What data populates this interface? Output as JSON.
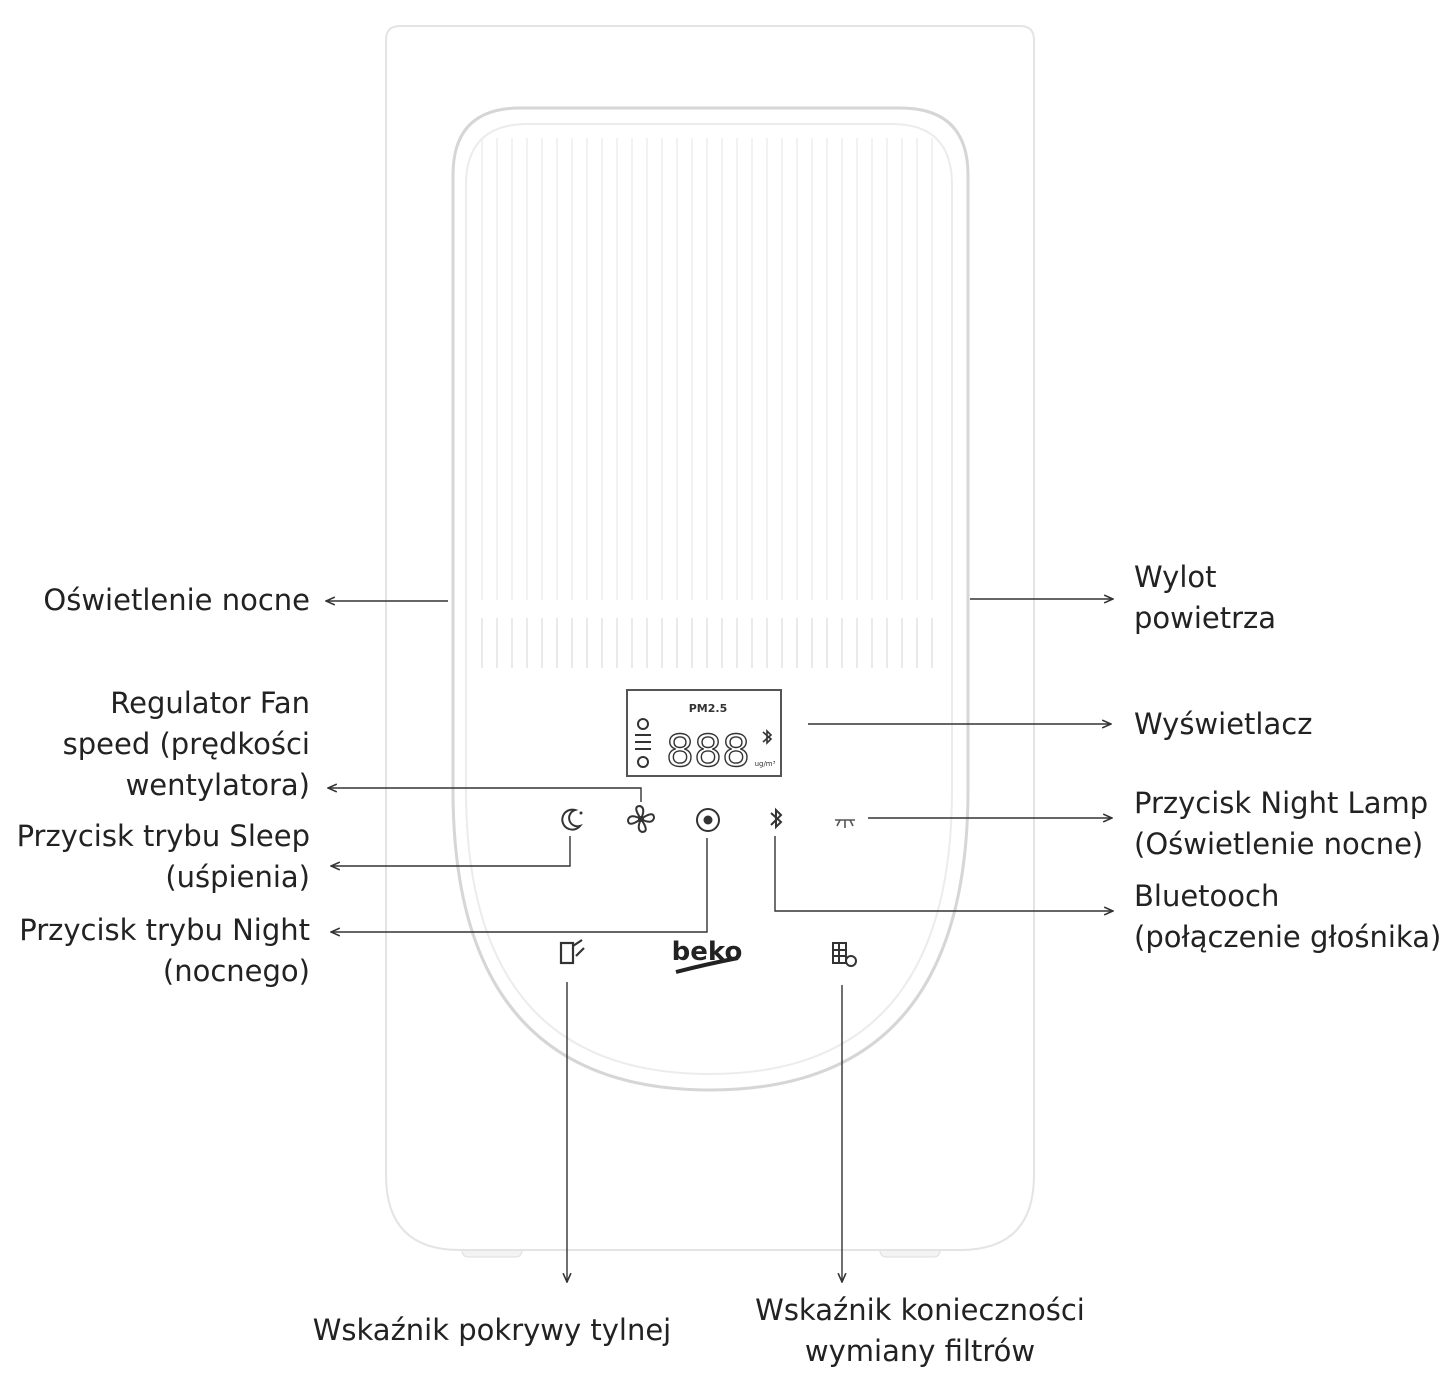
{
  "device": {
    "brand": "beko",
    "display": {
      "top_label": "PM2.5",
      "digits": "888",
      "unit": "ug/m³"
    }
  },
  "labels": {
    "night_light": "Oświetlenie nocne",
    "air_outlet": [
      "Wylot",
      "powietrza"
    ],
    "fan_speed": [
      "Regulator Fan",
      "speed (prędkości",
      "wentylatora)"
    ],
    "display": "Wyświetlacz",
    "sleep_button": [
      "Przycisk trybu Sleep",
      "(uśpienia)"
    ],
    "night_lamp_button": [
      "Przycisk Night Lamp",
      "(Oświetlenie nocne)"
    ],
    "bluetooth": [
      "Bluetooch",
      "(połączenie głośnika)"
    ],
    "night_mode_button": [
      "Przycisk trybu Night",
      "(nocnego)"
    ],
    "rear_cover_indicator": "Wskaźnik pokrywy tylnej",
    "filter_replace_indicator": [
      "Wskaźnik konieczności",
      "wymiany filtrów"
    ]
  },
  "icons": [
    "sleep-icon",
    "fan-icon",
    "night-mode-icon",
    "bluetooth-icon",
    "night-lamp-icon",
    "rear-cover-icon",
    "filter-icon"
  ]
}
